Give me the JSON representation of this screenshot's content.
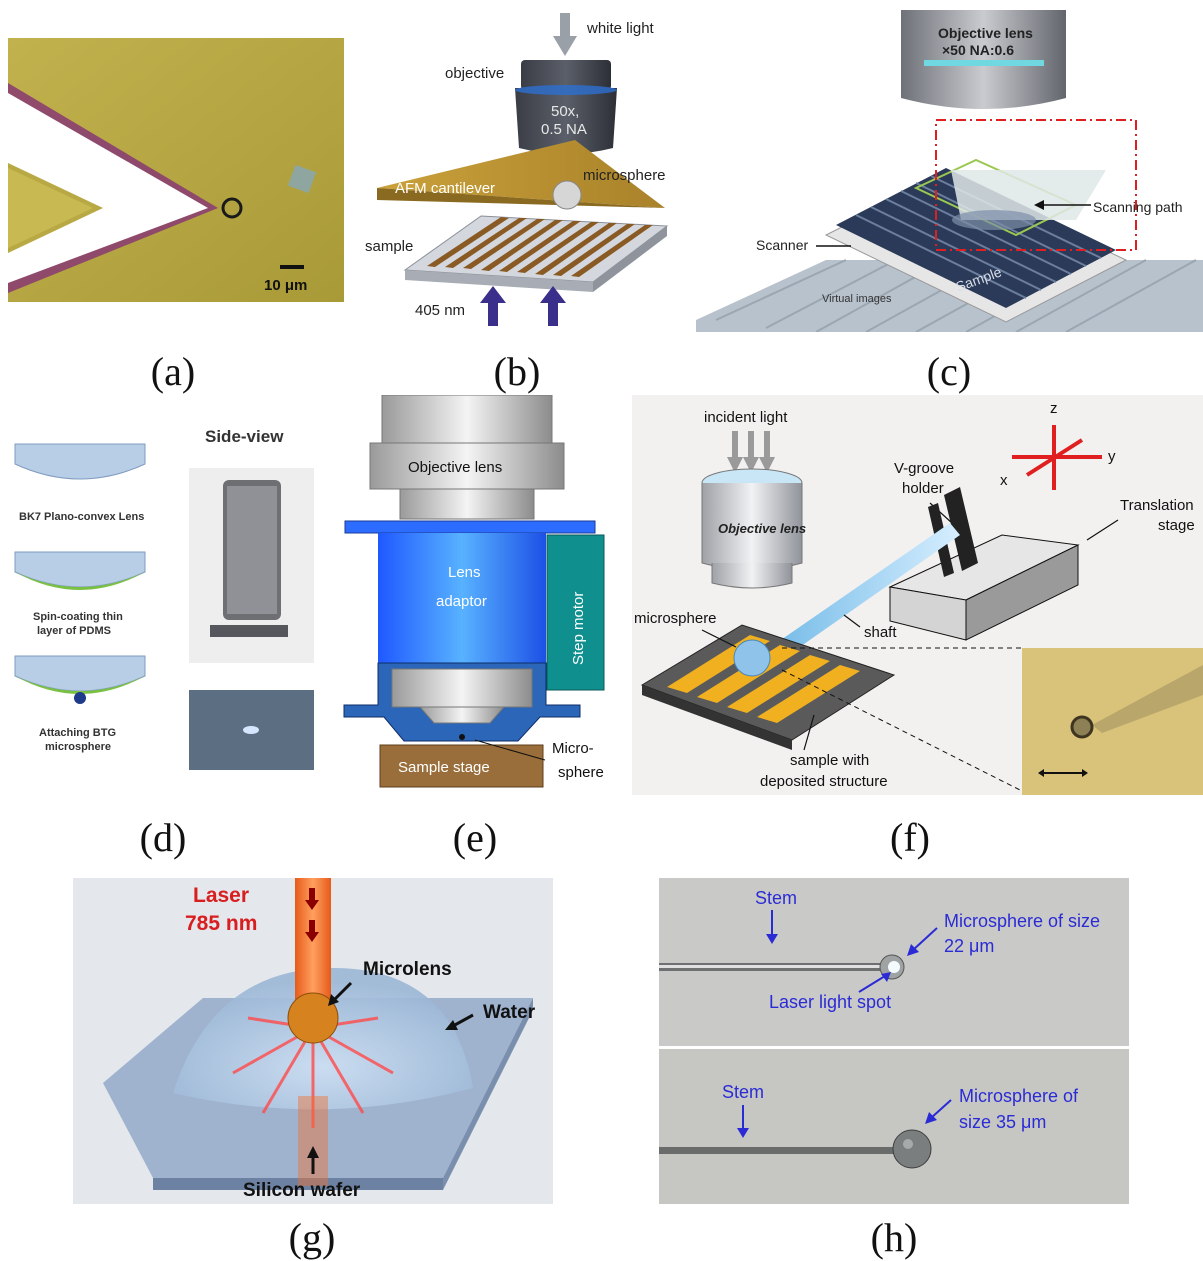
{
  "panel_a": {
    "scale": "10 μm",
    "label": "(a)"
  },
  "panel_b": {
    "white_light": "white light",
    "objective": "objective",
    "lens": "50x,",
    "na": "0.5 NA",
    "cantilever": "AFM cantilever",
    "microsphere": "microsphere",
    "sample": "sample",
    "wavelength": "405 nm",
    "label": "(b)"
  },
  "panel_c": {
    "lens_title": "Objective lens",
    "lens_spec": "×50 NA:0.6",
    "scanning_path": "Scanning path",
    "scanner": "Scanner",
    "sample": "Sample",
    "virtual": "Virtual images",
    "label": "(c)"
  },
  "panel_d": {
    "side_view": "Side-view",
    "step1": "BK7 Plano-convex Lens",
    "step2a": "Spin-coating thin",
    "step2b": "layer of PDMS",
    "step3a": "Attaching BTG",
    "step3b": "microsphere",
    "label": "(d)"
  },
  "panel_e": {
    "objective": "Objective lens",
    "adaptor1": "Lens",
    "adaptor2": "adaptor",
    "motor": "Step motor",
    "stage": "Sample stage",
    "micro1": "Micro-",
    "micro2": "sphere",
    "label": "(e)"
  },
  "panel_f": {
    "incident": "incident light",
    "objective": "Objective lens",
    "vgroove1": "V-groove",
    "vgroove2": "holder",
    "trans1": "Translation",
    "trans2": "stage",
    "microsphere": "microsphere",
    "shaft": "shaft",
    "sample1": "sample with",
    "sample2": "deposited structure",
    "x": "x",
    "y": "y",
    "z": "z",
    "label": "(f)"
  },
  "panel_g": {
    "laser1": "Laser",
    "laser2": "785 nm",
    "microlens": "Microlens",
    "water": "Water",
    "wafer": "Silicon wafer",
    "label": "(g)"
  },
  "panel_h": {
    "stem": "Stem",
    "ms1a": "Microsphere of size",
    "ms1b": "22 μm",
    "spot": "Laser light spot",
    "stem2": "Stem",
    "ms2a": "Microsphere of",
    "ms2b": "size 35 μm",
    "label": "(h)"
  },
  "colors": {
    "gold": "#c8a020",
    "blue": "#1f5bff",
    "red_axis": "#e02020",
    "caption_blue": "#2b2bd6"
  }
}
